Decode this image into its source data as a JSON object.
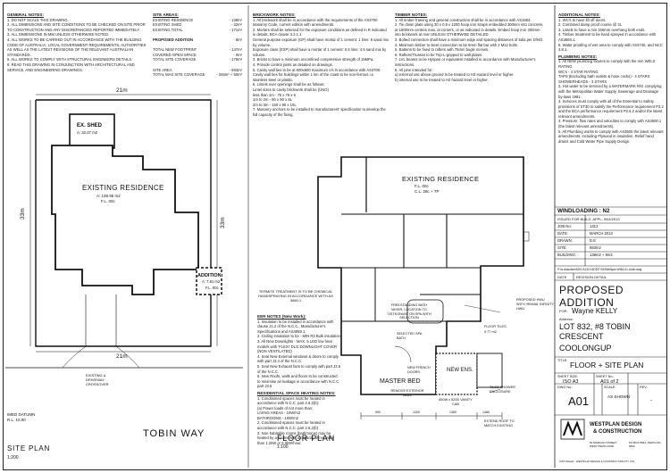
{
  "general_notes": {
    "heading": "GENERAL NOTES:",
    "lines": [
      "1. DO NOT SCALE THIS DRAWING.",
      "2. ALL DIMENSIONS AND SITE CONDITIONS TO BE CHECKED ON SITE PRIOR TO CONSTRUCTION AND ANY DISCREPANCIES REPORTED IMMEDIATELY.",
      "3. ALL DIMENSIONS IN MM UNLESS OTHERWISE NOTED.",
      "4. ALL WORKS TO BE CARRIED OUT IN ACCORDANCE WITH THE BUILDING CODE OF AUSTRALIA, LOCAL GOVERNMENT REQUIREMENTS, AUTHORITIES AS WELL AS THE LATEST REVISIONS OF THE RELEVANT AUSTRALIAN STANDARDS.",
      "5. ALL WORKS TO COMPLY WITH STRUCTURAL ENGINEERS DETAILS.",
      "6. READ THIS DRAWING IN CONJUNCTION WITH ARCHITECTURAL AND SERVICE, AND ENGINEERING DRAWINGS."
    ]
  },
  "site_areas": {
    "heading": "SITE AREAS:",
    "rows": [
      [
        "EXISTING RESIDENCE",
        "- 138m²"
      ],
      [
        "EXISTING SHED",
        "- 32m²"
      ],
      [
        "EXISTING TOTAL",
        "- 171m²"
      ],
      [
        "",
        ""
      ],
      [
        "PROPOSED ADDITION",
        "- 8m²"
      ],
      [
        "",
        ""
      ],
      [
        "TOTAL NEW FOOTPRINT",
        "- 147m²"
      ],
      [
        "COVERED OPEN SPACE",
        "- 0m²"
      ],
      [
        "TOTAL SITE COVERAGE",
        "- 179m²"
      ],
      [
        "",
        ""
      ],
      [
        "SITE AREA",
        "- 693m²"
      ],
      [
        "TOTAL MAX SITE COVERAGE",
        "- 346m² + 50m²"
      ]
    ]
  },
  "brickwork_notes": {
    "heading": "BRICKWORK NOTES:",
    "lines": [
      "1. All brickwork shall be in accordance with the requirements of the AS3700 Masonry Code, current edition with amendments.",
      "2. Mortars shall be selected for the exposure conditions as defined in R indicated in details, BCA clause 3.3.1.1",
      "   General purpose exposure (GP) shall have mortar of 1 cement: 1 lime: 6 sand mix by volume.",
      "   Exposure class (EXP) shall have a mortar of 1 cement: 0.5 lime: 4.5 sand mix by volume.",
      "3. Bricks to have a minimum unconfined compressive strength of 15MPa.",
      "4. Provide control joints as detailed on drawings.",
      "5. Cavity wall ties to be at 600x600 maximum c/s in accordance with AS3700. Cavity wall ties for buildings within 1 km of the coast to be non-ferrous i.e. stainless steel or plastic.",
      "6. Lintels over openings shall be as follows:",
      "   Lintel sizes to cavity brickwork shall be (UNO)",
      "   less than 1m          - 75 x 75 x 6",
      "   1m to 2m              - 90 x 90 x 8L",
      "   2m to 3m              - 150 x 90 x 10L",
      "7. Masonry anchors to be installed to manufacturers' specification to develop the full capacity of the fixing."
    ]
  },
  "timber_notes": {
    "heading": "TIMBER NOTES:",
    "lines": [
      "1. All timber framing and general construction shall be in accordance with AS1684.",
      "2. Tie down plate using 30 x 0.8 x 1200 hoop iron straps embedded 300mm into concrete, at 1800mm centres max, at corners, or as indicated in details. Embed hoop iron 300mm into brickwork at rear UNLESS OTHERWISE DETAILED.",
      "3. Bolted connection shall have a minimum edge and spacing distances of 5dia per D/NO.",
      "4. Minimum timber to steel connection to be 6mm flat bar with 2 M12 bolts.",
      "5. Battens to be fixed to rafters with 75mm bugle screws.",
      "6. Rafters/Trusses to be Trip-L-gripped to wall plates.",
      "7. LVL beams to be Hyspan or equivalent installed in accordance with Manufacturer's instructions.",
      "8. All pine intended for:",
      "   a) external use above ground to be treated to H3 Hazard level or higher.",
      "   b) internal use to be treated to H2 hazard level or higher."
    ]
  },
  "additional_notes": {
    "heading": "ADDITIONAL NOTES:",
    "lines": [
      "1. WC's to have lift off doors.",
      "2. Combined damp proof course @ 3L",
      "3. Lintels to have a min 150mm overhang both ends.",
      "4. Timber treatment to be hand sprayed in accordance with AS3660.1.",
      "5. Water proofing of wet area to comply with AS3740, and NCC 3.8.1."
    ],
    "plumbing_heading": "PLUMBING NOTES:",
    "plumbing_lines": [
      "1. All NEW plumbing fixtures to comply with the min WELS RATING",
      "   WC's - 4 STAR RATING",
      "   TAPS (Excluding bath outlets & hose cocks) - 4 STARS",
      "   SHOWERHEADS - 3 STARS",
      "2. Hot water to be serviced by a WATERMARK R/G complying with the Metropolitan Water Supply, Sewerage and Drainage by-laws 1981.",
      "3. Services must comply with all of the Essential to Safety provisions of ST30 to satisfy the Performance requirement P2.2 and the BCA performance requirement P2.6.2 and/or the latest relevant amendments.",
      "4. Pressure, flow rates and velocities to comply with AS3500.1 (the latest relevant amendments).",
      "5. All Plumbing works to comply with AS3500 the latest relevant amendments, including Plywood in insulation. Relief hand drains and Cold Water Pipe Supply Design."
    ]
  },
  "wind_loading": "WINDLOADING : N2",
  "issue": "ISSUED FOR BUILD. APPL: 9/04/2013",
  "job_info": [
    {
      "label": "JOB No:",
      "value": "1313"
    },
    {
      "label": "DATE:",
      "value": "MARCH 2013"
    },
    {
      "label": "DRAWN:",
      "value": "D.E"
    },
    {
      "label": "SITE:",
      "value": "693m2"
    },
    {
      "label": "BUILDING:",
      "value": "138m2 + 8m2"
    }
  ],
  "file_path": "P:\\w.drawdvent\\2013\\1313 ADDITION\\Wellyan WMA-01-Addn.dwg",
  "rev_header": {
    "date": "DATE",
    "rev": "REVISION DETAIL"
  },
  "project": {
    "title1": "PROPOSED",
    "title2": "ADDITION",
    "for_label": "FOR:",
    "client": "Wayne KELLY",
    "address_label": "Address:",
    "address1": "LOT 832, #8 TOBIN",
    "address2": "CRESCENT",
    "suburb": "COOLONGUP"
  },
  "drawing": {
    "title_label": "TITLE:",
    "title": "FLOOR + SITE PLAN",
    "sheet_size_label": "SHEET SIZE:",
    "sheet_size": "ISO A3",
    "sheet_no_label": "SHEET No.:",
    "sheet_no": "A01 of 2",
    "dwg_no_label": "DWG No.:",
    "dwg_no": "A01",
    "scale_label": "SCALE:",
    "scale": "AS SHOWN",
    "rev_label": "REV:",
    "rev": "-"
  },
  "company": {
    "name1": "WESTPLAN DESIGN",
    "name2": "& CONSTRUCTION",
    "address_left": "50 MORGAN STREET, WEST PERTH 6005",
    "address_right": "PO BOX 8664, PERTH BC 6849",
    "copyright": "COPYRIGHT - WESTPLAN DESIGN & CONSTRUCTION PTY LTD"
  },
  "site_plan": {
    "title": "SITE PLAN",
    "scale": "1:200",
    "width_top": "21m",
    "width_bottom": "21m",
    "depth_left": "33m",
    "depth_right": "33m",
    "shed_title": "EX. SHED",
    "shed_area": "A: 32.07 m2",
    "res_title": "EXISTING RESIDENCE",
    "res_area": "A: 138.95 m2",
    "res_fl": "F.L. 00c",
    "add_title": "ADDITION",
    "add_area": "A: 7.81 m2",
    "add_fl": "F.L. 00c",
    "crossover": "EXISTING & DRIVEWAY CROSSOVER",
    "datum": "IMED DATUMN",
    "datum_rl": "R.L. 10.00",
    "street": "TOBIN WAY"
  },
  "floor_plan": {
    "title": "FLOOR PLAN",
    "scale": "1:100",
    "res_title": "EXISTING RESIDENCE",
    "res_fl": "F.L. 00c",
    "res_cl": "C.L. 28c + TP",
    "termite": "TERMITE TREATMENT IS TO BE CHEMICAL HANDSPRAYING IN ACCORDANCE WITH AS 3660.1",
    "eer_heading": "EER NOTES (New Work):",
    "eer_lines": [
      "1. Insulation to be installed in accordance with clause J1.2 of the N.C.C., Manufacturer's Specifications and AS4859.1.",
      "2. Ceiling insulation to be - MIN R3 Bulk insulation",
      "3. All New Downlights - MAX. 5 LED low heat models with 'FLEXI' DLG DOWNLIGHT COVER (NON VENTILATED)",
      "4. Seal New External windows & doors to comply with part J3.4 of the N.C.C.",
      "5. Seal New Exhaust fans to comply with part J3.5 of the N.C.C.",
      "6. New Roofs, walls and floors to be constructed to minimise air leakage in accordance with N.C.C. part J3.6"
    ],
    "heating_heading": "RESIDENTIAL SPACE HEATING NOTES:",
    "heating_lines": [
      "1. Conditioned spaces must be heated in accordance with N.C.C. part 2.6.2(b):",
      "(a) Power loads of not more than:",
      "   LIVING AREAS - 10W/m2",
      "   BATHROOMS - 10W/m2",
      "2. Conditioned spaces must be heated in accordance with N.C.C. part 2.6.2(b)",
      "3. Non-habitable rooms (bathrooms) may be heated by a heater with a capacity of not more than 1.2kW or 5.0kW/hour."
    ],
    "hw_unit": "PROPOSED HWU WITH 'RINNAI' INFINITY HWU",
    "freestanding_bath": "FREESTANDING BATH MIXER, LOCATION TO 'OSTKONIAN' ON SPA WITH SELECTION",
    "spa_bath": "SELECTED SPA BATH",
    "floor_tiles": "FLOOR TILES",
    "floor_tiles_val": "9.77 m2",
    "new_french": "NEW FRENCH DOORS",
    "new_ens": "NEW ENS.",
    "master_bed": "MASTER BED",
    "remove_ext": "REMOVE EXTERIOR WALL",
    "vanity": "850W x 520D VANITY CAB",
    "tiled_shower": "TILED SHOWER ENCLOSURE",
    "extend_roof": "EXTEND ROOF TO MATCH EXISTING",
    "dims": [
      "900",
      "1200",
      "1360",
      "1480"
    ]
  }
}
